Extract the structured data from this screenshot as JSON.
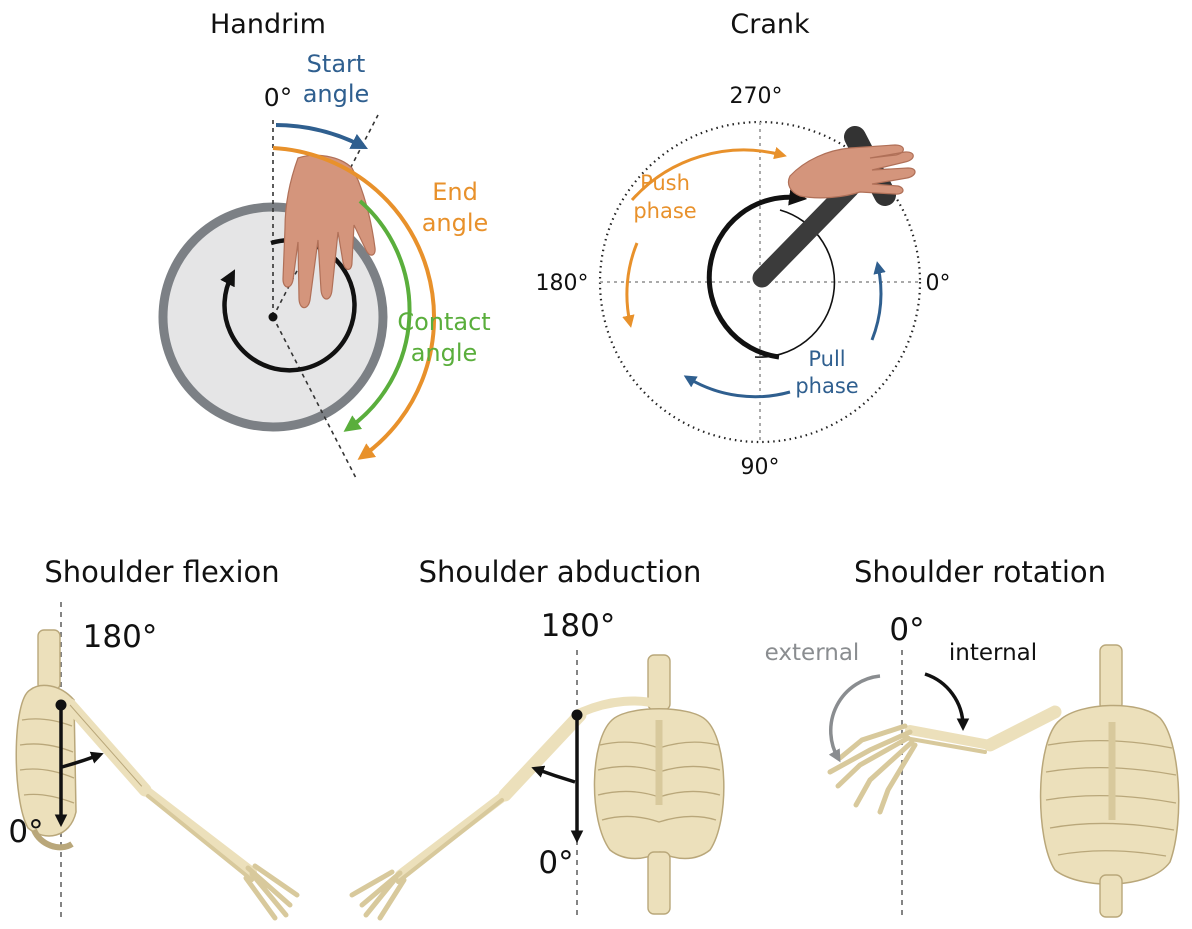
{
  "colors": {
    "blue": "#2f5f8f",
    "orange": "#e8912b",
    "green": "#5aae3c",
    "black": "#111111",
    "grey": "#8a8d90",
    "wheel_ring": "#7c8085",
    "wheel_fill": "#e5e5e6",
    "skin": "#d4957c",
    "bone": "#ece0bb",
    "bone_edge": "#b9a77a",
    "dash": "#777777",
    "handle": "#3b3b3b"
  },
  "icons": {
    "hand": "hand-icon",
    "skeleton": "skeleton-icon"
  },
  "handrim": {
    "title": "Handrim",
    "zero_label": "0°",
    "start_angle": [
      "Start",
      "angle"
    ],
    "end_angle": [
      "End",
      "angle"
    ],
    "contact_angle": [
      "Contact",
      "angle"
    ]
  },
  "crank": {
    "title": "Crank",
    "label_270": "270°",
    "label_180": "180°",
    "label_0": "0°",
    "label_90": "90°",
    "push_phase": [
      "Push",
      "phase"
    ],
    "pull_phase": [
      "Pull",
      "phase"
    ]
  },
  "flexion": {
    "title": "Shoulder flexion",
    "top_label": "180°",
    "bottom_label": "0°"
  },
  "abduction": {
    "title": "Shoulder abduction",
    "top_label": "180°",
    "bottom_label": "0°"
  },
  "rotation": {
    "title": "Shoulder rotation",
    "top_label": "0°",
    "external_label": "external",
    "internal_label": "internal"
  }
}
